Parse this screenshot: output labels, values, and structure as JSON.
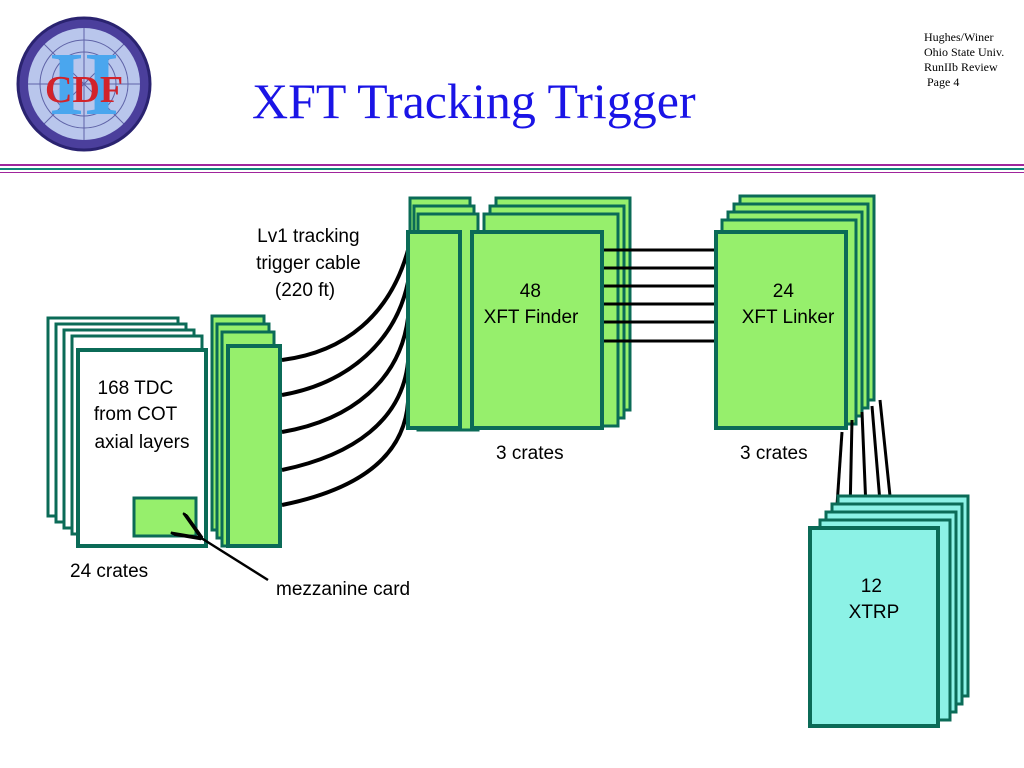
{
  "header": {
    "title": "XFT Tracking Trigger",
    "meta": [
      "Hughes/Winer",
      "Ohio State Univ.",
      "RunIIb Review",
      "Page 4"
    ],
    "logo_text": "CDF",
    "logo_numeral": "II"
  },
  "colors": {
    "title_blue": "#1a14e6",
    "rule_magenta": "#a0259c",
    "rule_teal": "#10857a",
    "board_green": "#96ef6c",
    "board_border": "#0b6b57",
    "xtrp_cyan": "#8cf2e6"
  },
  "diagram": {
    "tdc": [
      "168  TDC",
      "from COT",
      "axial layers"
    ],
    "tdc_crates": "24 crates",
    "mezzanine_label": "mezzanine card",
    "cable": [
      "Lv1 tracking",
      "trigger cable",
      "(220 ft)"
    ],
    "finder": [
      "48",
      "XFT Finder"
    ],
    "finder_crates": "3 crates",
    "linker": [
      "24",
      "XFT Linker"
    ],
    "linker_crates": "3 crates",
    "xtrp": [
      "12",
      "XTRP"
    ]
  }
}
